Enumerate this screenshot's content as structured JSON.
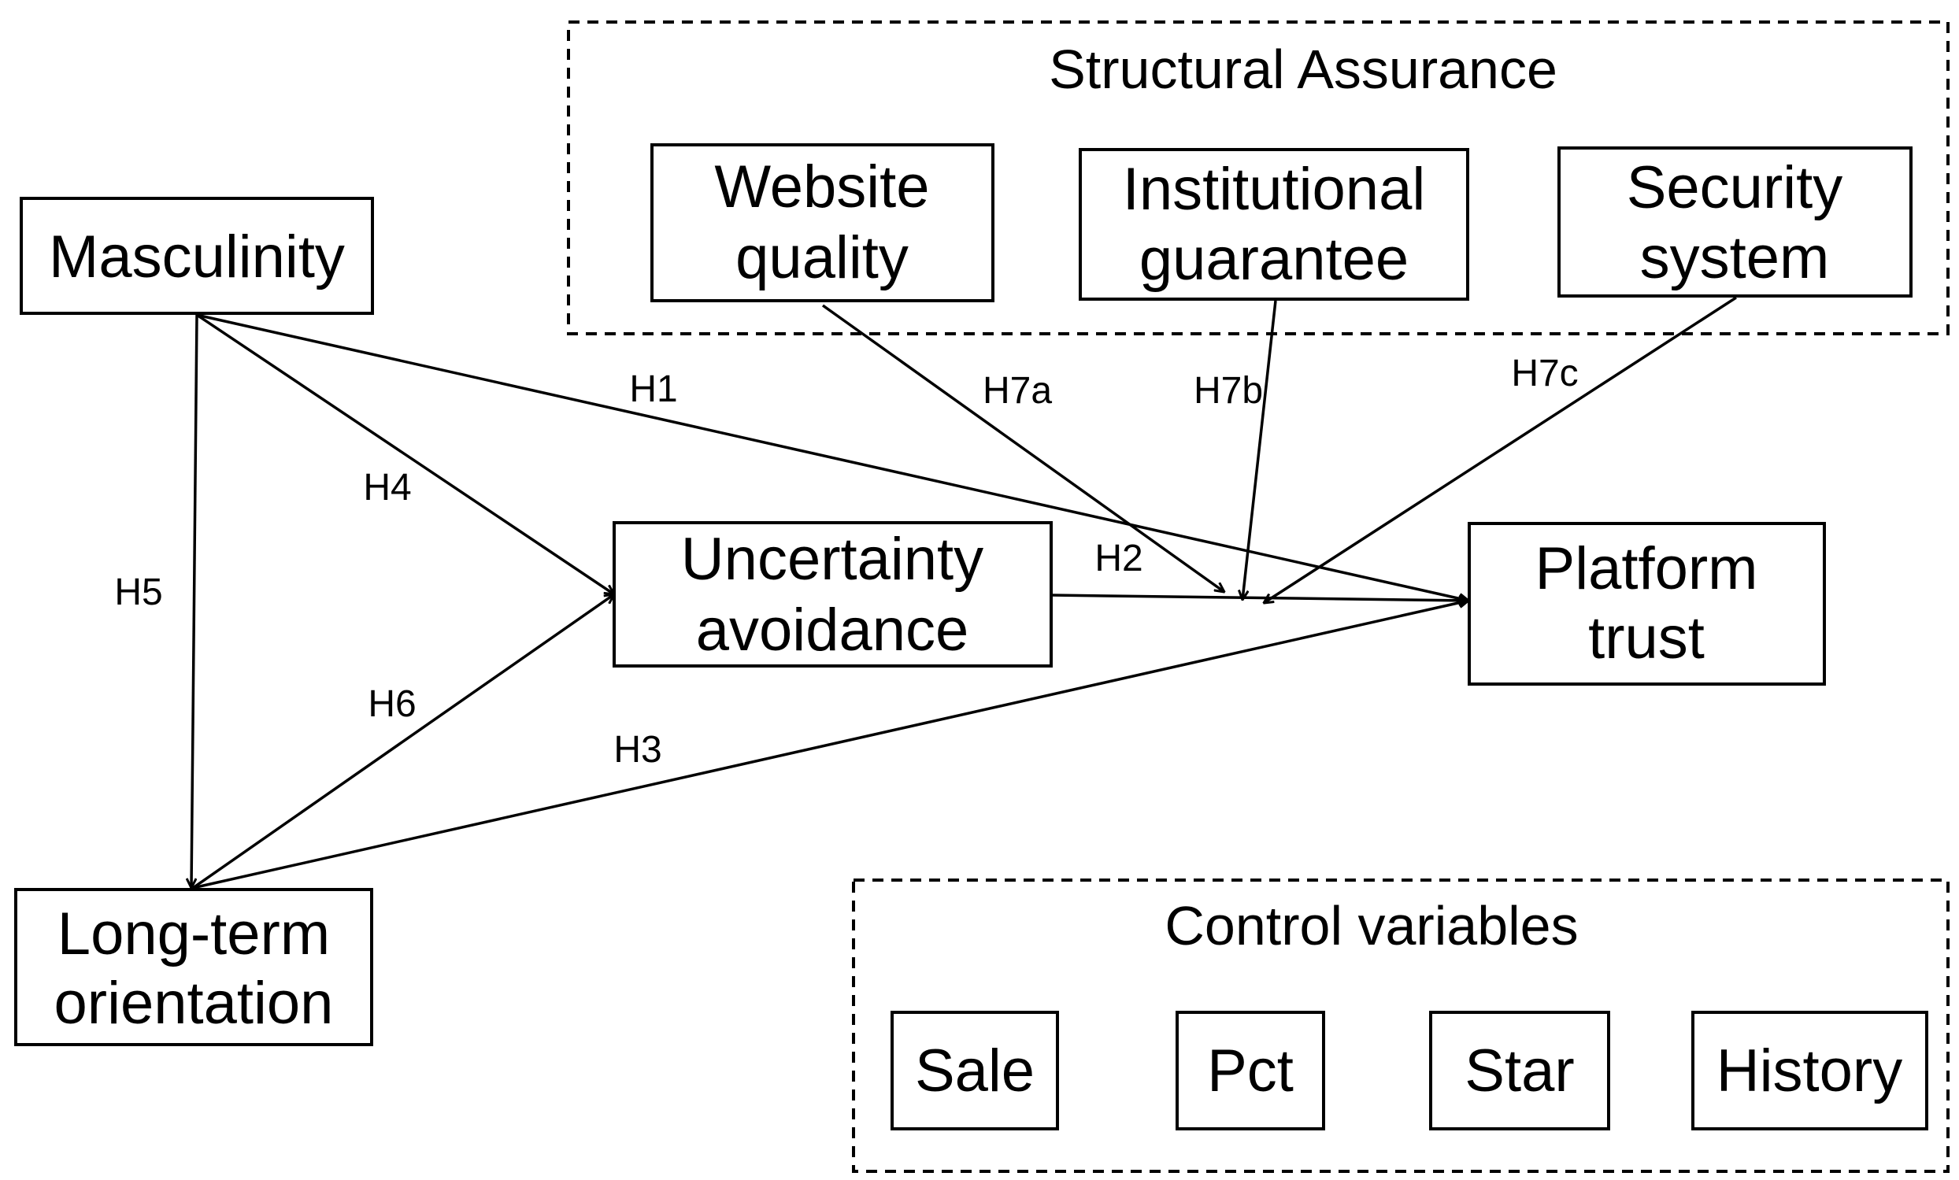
{
  "groups": {
    "structural_assurance": {
      "title": "Structural Assurance"
    },
    "control_variables": {
      "title": "Control variables"
    }
  },
  "nodes": {
    "masculinity": {
      "lines": [
        "Masculinity"
      ]
    },
    "uncertainty_avoidance": {
      "lines": [
        "Uncertainty",
        "avoidance"
      ]
    },
    "long_term_orientation": {
      "lines": [
        "Long-term",
        "orientation"
      ]
    },
    "platform_trust": {
      "lines": [
        "Platform",
        "trust"
      ]
    },
    "website_quality": {
      "lines": [
        "Website",
        "quality"
      ]
    },
    "institutional_guarantee": {
      "lines": [
        "Institutional",
        "guarantee"
      ]
    },
    "security_system": {
      "lines": [
        "Security",
        "system"
      ]
    },
    "sale": {
      "lines": [
        "Sale"
      ]
    },
    "pct": {
      "lines": [
        "Pct"
      ]
    },
    "star": {
      "lines": [
        "Star"
      ]
    },
    "history": {
      "lines": [
        "History"
      ]
    }
  },
  "edges": {
    "h1": {
      "label": "H1",
      "from": "Masculinity",
      "to": "Platform trust"
    },
    "h2": {
      "label": "H2",
      "from": "Uncertainty avoidance",
      "to": "Platform trust"
    },
    "h3": {
      "label": "H3",
      "from": "Long-term orientation",
      "to": "Platform trust"
    },
    "h4": {
      "label": "H4",
      "from": "Masculinity",
      "to": "Uncertainty avoidance"
    },
    "h5": {
      "label": "H5",
      "from": "Masculinity",
      "to": "Long-term orientation"
    },
    "h6": {
      "label": "H6",
      "from": "Long-term orientation",
      "to": "Uncertainty avoidance"
    },
    "h7a": {
      "label": "H7a",
      "from": "Website quality",
      "to": "H2 path"
    },
    "h7b": {
      "label": "H7b",
      "from": "Institutional guarantee",
      "to": "H2 path"
    },
    "h7c": {
      "label": "H7c",
      "from": "Security system",
      "to": "H2 path"
    }
  }
}
